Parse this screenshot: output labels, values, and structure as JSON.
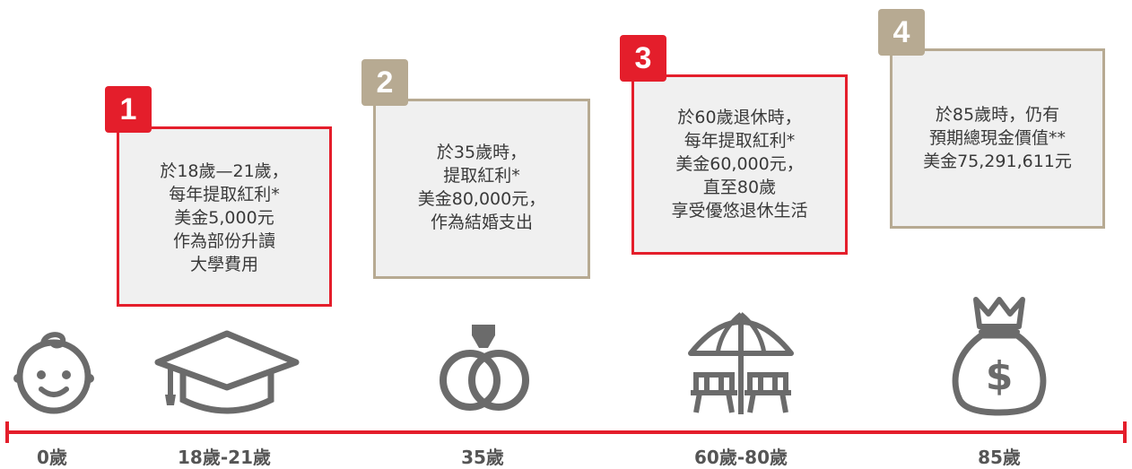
{
  "milestones": [
    {
      "number": "1",
      "lines": [
        "於18歲—21歲，",
        "每年提取紅利*",
        "美金5,000元",
        "作為部份升讀",
        "大學費用"
      ],
      "age": "18歲-21歲",
      "color": "red"
    },
    {
      "number": "2",
      "lines": [
        "於35歲時，",
        "提取紅利*",
        "美金80,000元，",
        "作為結婚支出"
      ],
      "age": "35歲",
      "color": "tan"
    },
    {
      "number": "3",
      "lines": [
        "於60歲退休時，",
        "每年提取紅利*",
        "美金60,000元，",
        "直至80歲",
        "享受優悠退休生活"
      ],
      "age": "60歲-80歲",
      "color": "red"
    },
    {
      "number": "4",
      "lines": [
        "於85歲時，仍有",
        "預期總現金價值**",
        "美金75,291,611元"
      ],
      "age": "85歲",
      "color": "tan"
    }
  ],
  "start_age": "0歲",
  "icons": [
    "baby-face-icon",
    "graduation-cap-icon",
    "wedding-rings-icon",
    "beach-umbrella-chairs-icon",
    "money-bag-icon"
  ],
  "colors": {
    "red": "#e41e2b",
    "tan": "#b7aa92",
    "icon": "#6b6b6b"
  }
}
